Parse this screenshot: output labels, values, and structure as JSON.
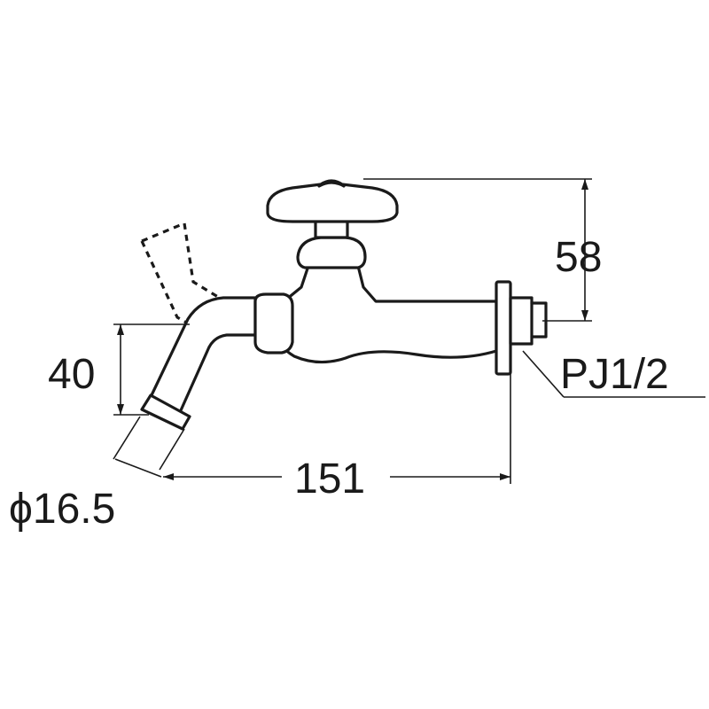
{
  "diagram": {
    "dimensions": {
      "height_handle": "58",
      "spout_drop": "40",
      "outlet_diameter": "ϕ16.5",
      "length": "151",
      "thread": "PJ1/2"
    },
    "colors": {
      "line": "#1a1a1a",
      "background": "#ffffff"
    }
  }
}
